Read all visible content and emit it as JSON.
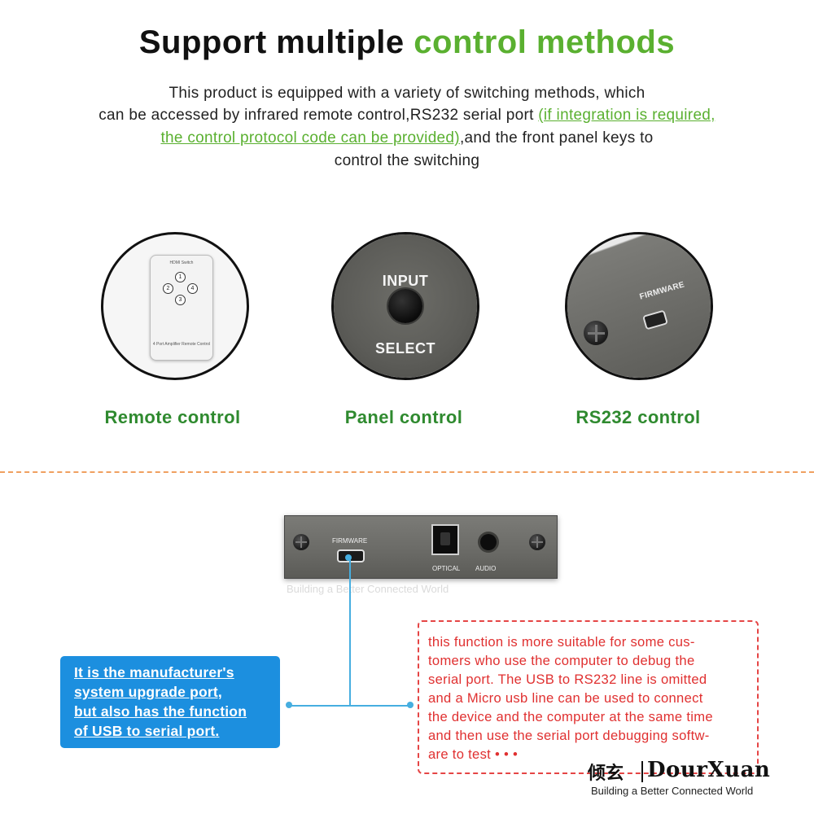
{
  "headline": {
    "part1": "Support multiple",
    "part2": "control methods"
  },
  "intro": {
    "line1": "This product is equipped with a variety of switching methods, which",
    "line2_a": "can be accessed by infrared remote control,RS232 serial port",
    "line2_b": "(if integration is required,",
    "line3_a": "the control protocol code can be provided)",
    "line3_b": ",and the front panel keys to",
    "line4": "control the switching"
  },
  "methods": [
    {
      "caption": "Remote control",
      "remote_title": "HDMI Switch",
      "buttons": [
        "1",
        "2",
        "3",
        "4"
      ],
      "remote_footer": "4 Port Amplifier Remote Control"
    },
    {
      "caption": "Panel control",
      "top_label": "INPUT",
      "bottom_label": "SELECT"
    },
    {
      "caption": "RS232 control",
      "port_label": "FIRMWARE"
    }
  ],
  "back_panel": {
    "firmware_label": "FIRMWARE",
    "optical_label": "OPTICAL",
    "audio_label": "AUDIO",
    "watermark": "Building a Better Connected World"
  },
  "blue_callout": {
    "lines": [
      "It is the manufacturer's",
      "system upgrade port,",
      "but also has the function",
      "of USB to serial port."
    ]
  },
  "red_note": {
    "lines": [
      "this function is more suitable for some cus-",
      "tomers who use the computer to debug the",
      "serial port. The USB to RS232 line is omitted",
      "and a Micro usb line can be used to connect",
      "the device and the computer at the same time",
      "and then use the serial port debugging softw-",
      "are to test"
    ],
    "ellipsis": "• • •"
  },
  "logo": {
    "chinese": "倾玄",
    "brand": "DourXuan",
    "tagline": "Building a Better Connected World"
  },
  "colors": {
    "green": "#5ab030",
    "caption_green": "#2f8a2f",
    "blue": "#1c8fdf",
    "red": "#e03030",
    "divider": "#f0a060",
    "line": "#46aee0"
  }
}
